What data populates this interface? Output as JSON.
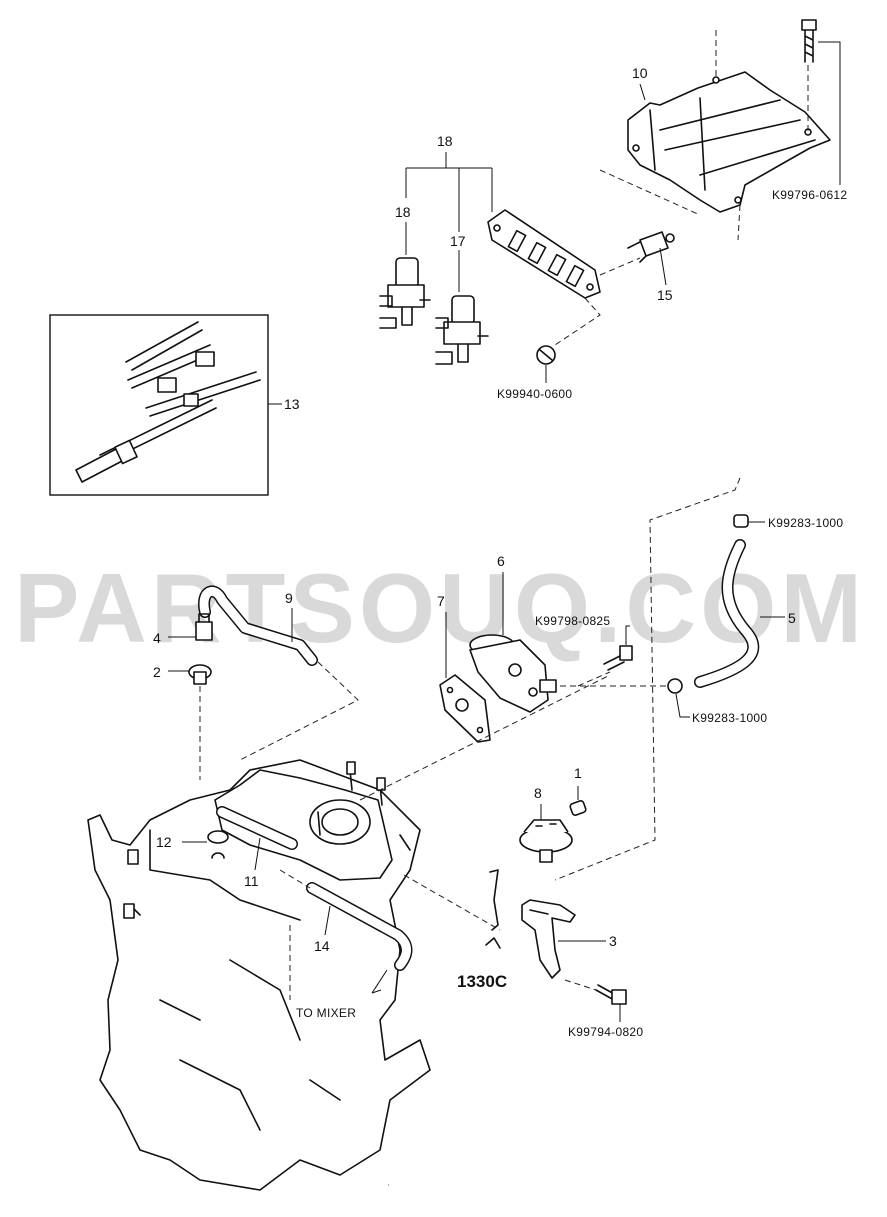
{
  "watermark": "PARTSOUQ.COM",
  "labels": {
    "p1": "1",
    "p2": "2",
    "p3": "3",
    "p4": "4",
    "p5": "5",
    "p6": "6",
    "p7": "7",
    "p8": "8",
    "p9": "9",
    "p10": "10",
    "p11": "11",
    "p12": "12",
    "p13": "13",
    "p14": "14",
    "p15": "15",
    "p17": "17",
    "p18_group": "18",
    "p18": "18"
  },
  "part_numbers": {
    "k99796_0612": "K99796-0612",
    "k99940_0600": "K99940-0600",
    "k99283_1000_top": "K99283-1000",
    "k99798_0825": "K99798-0825",
    "k99283_1000_mid": "K99283-1000",
    "k99794_0820": "K99794-0820"
  },
  "notes": {
    "to_mixer": "TO MIXER",
    "ref": "1330C"
  }
}
